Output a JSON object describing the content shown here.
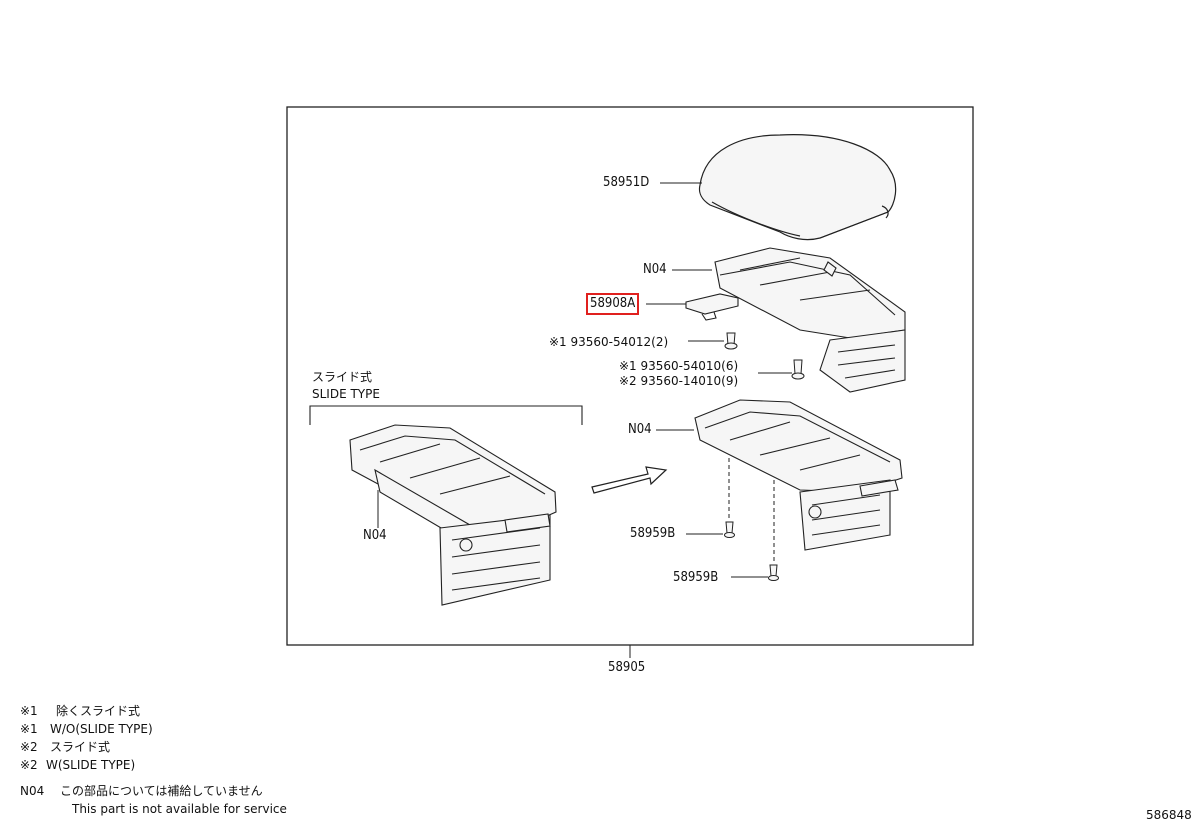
{
  "labels": {
    "part_58951D": "58951D",
    "part_N04_top": "N04",
    "part_58908A": "58908A",
    "screw_1": "※1 93560-54012(2)",
    "screw_2a": "※1 93560-54010(6)",
    "screw_2b": "※2 93560-14010(9)",
    "part_N04_mid": "N04",
    "slide_jp": "スライド式",
    "slide_en": "SLIDE TYPE",
    "part_N04_left": "N04",
    "part_58959B_a": "58959B",
    "part_58959B_b": "58959B",
    "assembly": "58905"
  },
  "notes": [
    {
      "mark": "※1",
      "text": "除くスライド式"
    },
    {
      "mark": "※1",
      "text": "W/O(SLIDE TYPE)"
    },
    {
      "mark": "※2",
      "text": "スライド式"
    },
    {
      "mark": "※2",
      "text": "W(SLIDE TYPE)"
    },
    {
      "mark": "N04",
      "text": "この部品については補給していません"
    },
    {
      "mark": "",
      "text": "This part is not available for service"
    }
  ],
  "figure_id": "586848",
  "colors": {
    "highlight": "#e0201e",
    "line": "#222222",
    "fill": "#f4f4f4"
  }
}
